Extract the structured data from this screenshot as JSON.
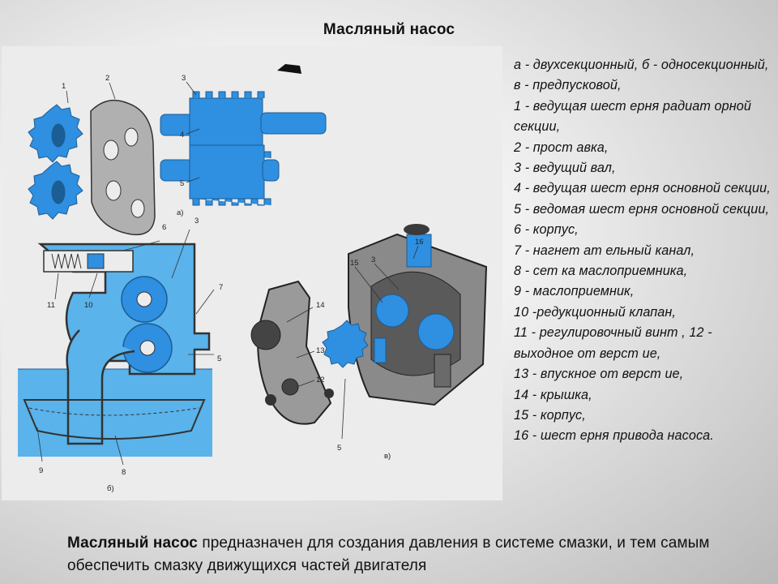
{
  "title": "Масляный насос",
  "legend": "а - двухсекционный, б - односекционный, в - предпусковой,\n1 - ведущая шест ерня радиат орной секции,\n2 - прост авка,\n3 - ведущий вал,\n4 - ведущая шест ерня основной секции,\n5 - ведомая шест ерня основной секции,\n 6 - корпус,\n7 - нагнет ат ельный канал,\n8 - сет ка маслоприемника,\n 9 - маслоприемник,\n10 -редукционный клапан,\n11 - регулировочный винт , 12 - выходное от верст ие,\n 13 - впускное от верст ие,\n14 - крышка,\n15 - корпус,\n 16 - шест ерня привода насоса.",
  "description": {
    "bold": "Масляный насос",
    "text": " предназначен для создания давления в системе смазки, и тем самым обеспечить смазку движущихся частей двигателя"
  },
  "figure": {
    "callouts": {
      "n1": "1",
      "n2": "2",
      "n3a": "3",
      "n4": "4",
      "n5a": "5",
      "cap_a": "а)",
      "n6": "6",
      "n3b": "3",
      "n7": "7",
      "n5b": "5",
      "n11": "11",
      "n10": "10",
      "n9": "9",
      "n8": "8",
      "cap_b": "б)",
      "n16": "16",
      "n15": "15",
      "n3c": "3",
      "n14": "14",
      "n13": "13",
      "n12": "12",
      "n5c": "5",
      "cap_c": "в)"
    },
    "colors": {
      "blue": "#2f8fe0",
      "oil": "#5ab3ea",
      "metal": "#8a8a8a",
      "dark": "#3a3a3a"
    }
  }
}
